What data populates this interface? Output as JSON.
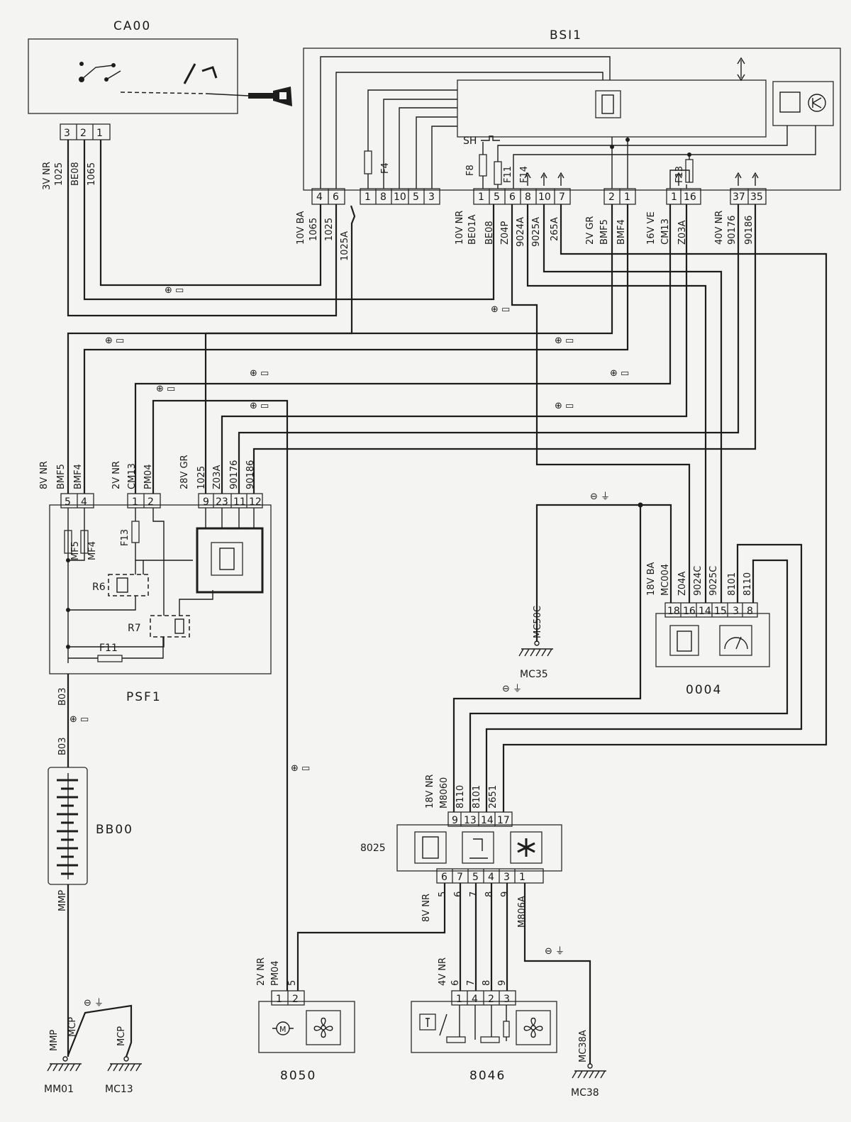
{
  "components": {
    "ca00": "CA00",
    "bsi1": "BSI1",
    "psf1": "PSF1",
    "bb00": "BB00",
    "c0004": "0004",
    "c8025": "8025",
    "c8050": "8050",
    "c8046": "8046",
    "mm01": "MM01",
    "mc13": "MC13",
    "mc35": "MC35",
    "mc38": "MC38",
    "mc50c": "MC50C",
    "mc38a": "MC38A"
  },
  "connectors": {
    "ca00_conn": "3V NR",
    "bsi_c1": "10V BA",
    "bsi_c2": "10V NR",
    "bsi_c3": "2V GR",
    "bsi_c4": "16V VE",
    "bsi_c5": "40V NR",
    "psf_c1": "8V NR",
    "psf_c2": "2V NR",
    "psf_c3": "28V GR",
    "c0004_conn": "18V BA",
    "c8025_top": "18V NR",
    "c8025_bot": "8V NR",
    "c8050_conn": "2V NR",
    "c8046_conn": "4V NR"
  },
  "pins": {
    "ca00": [
      "3",
      "2",
      "1"
    ],
    "bsi_g1": [
      "4",
      "6"
    ],
    "bsi_g2": [
      "1",
      "8",
      "10",
      "5",
      "3"
    ],
    "bsi_g3": [
      "1",
      "5",
      "6",
      "8",
      "10",
      "7"
    ],
    "bsi_g4": [
      "2",
      "1"
    ],
    "bsi_g5": [
      "1",
      "16"
    ],
    "bsi_g6": [
      "37",
      "35"
    ],
    "psf_g1": [
      "5",
      "4"
    ],
    "psf_g2": [
      "1",
      "2"
    ],
    "psf_g3": [
      "9",
      "23",
      "11",
      "12"
    ],
    "c0004": [
      "18",
      "16",
      "14",
      "15",
      "3",
      "8"
    ],
    "c8025_top": [
      "9",
      "13",
      "14",
      "17"
    ],
    "c8025_bot": [
      "6",
      "7",
      "5",
      "4",
      "3",
      "1"
    ],
    "c8050": [
      "1",
      "2"
    ],
    "c8046": [
      "1",
      "4",
      "2",
      "3"
    ]
  },
  "wires": {
    "ca00": [
      "1025",
      "BE08",
      "1065"
    ],
    "bsi_g1": [
      "1065",
      "1025",
      "1025A"
    ],
    "bsi_g3": [
      "BE01A",
      "BE08",
      "Z04P",
      "9024A",
      "9025A",
      "265A"
    ],
    "bsi_g4": [
      "BMF5",
      "BMF4"
    ],
    "bsi_g5": [
      "CM13",
      "Z03A"
    ],
    "bsi_g6": [
      "90176",
      "90186"
    ],
    "psf_g1": [
      "BMF5",
      "BMF4"
    ],
    "psf_g2": [
      "CM13",
      "PM04"
    ],
    "psf_g3": [
      "1025",
      "Z03A",
      "90176",
      "90186"
    ],
    "c0004": [
      "MC004",
      "Z04A",
      "9024C",
      "9025C",
      "8101",
      "8110"
    ],
    "c8025_top": [
      "M8060",
      "8110",
      "8101",
      "2651"
    ],
    "c8025_bot": [
      "5",
      "6",
      "7",
      "8",
      "9",
      "M806A"
    ],
    "c8050": [
      "PM04",
      "5"
    ],
    "c8046": [
      "6",
      "7",
      "8",
      "9"
    ],
    "b03_top": "B03",
    "b03_bot": "B03",
    "mmp1": "MMP",
    "mmp2": "MMP",
    "mcp1": "MCP",
    "mcp2": "MCP",
    "mc38a": "MC38A",
    "mc50c": "MC50C"
  },
  "fuses": {
    "bsi": [
      "F4",
      "F8",
      "F11",
      "F14",
      "F13"
    ],
    "psf": [
      "MF5",
      "MF4",
      "F13",
      "F11"
    ],
    "relays": [
      "R6",
      "R7"
    ],
    "sh": "SH"
  }
}
